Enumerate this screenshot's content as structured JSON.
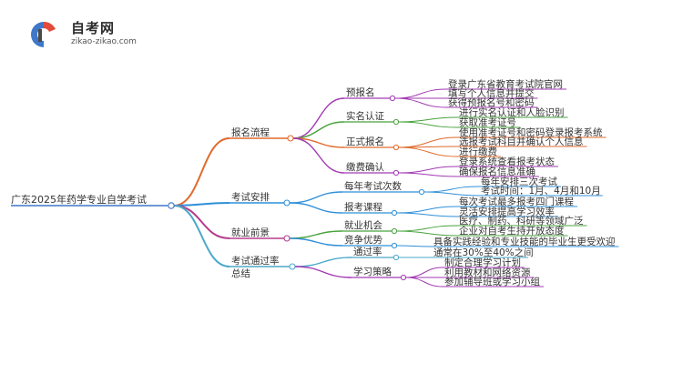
{
  "logo": {
    "title": "自考网",
    "url": "zikao-zikao.com",
    "colors": {
      "blue": "#3f77c9",
      "red": "#e24a3b",
      "dark": "#4a4a4a"
    }
  },
  "mindmap": {
    "root": "广东2025年药学专业自学考试",
    "branches": [
      {
        "label": "报名流程",
        "color": "#e06a2c",
        "children": [
          {
            "label": "预报名",
            "color": "#a23ab3",
            "children": [
              "登录广东省教育考试院官网",
              "填写个人信息并提交",
              "获得预报名号和密码"
            ]
          },
          {
            "label": "实名认证",
            "color": "#48a23c",
            "children": [
              "进行实名认证和人脸识别",
              "获取准考证号"
            ]
          },
          {
            "label": "正式报名",
            "color": "#e06a2c",
            "children": [
              "使用准考证号和密码登录报考系统",
              "选报考试科目并确认个人信息",
              "进行缴费"
            ]
          },
          {
            "label": "缴费确认",
            "color": "#a23ab3",
            "children": [
              "登录系统查看报考状态",
              "确保报名信息准确"
            ]
          }
        ]
      },
      {
        "label": "考试安排",
        "color": "#2f8fd8",
        "children": [
          {
            "label": "每年考试次数",
            "color": "#2f8fd8",
            "children": [
              "每年安排三次考试",
              "考试时间：1月、4月和10月"
            ]
          },
          {
            "label": "报考课程",
            "color": "#2f8fd8",
            "children": [
              "每次考试最多报考四门课程",
              "灵活安排提高学习效率"
            ]
          }
        ]
      },
      {
        "label": "就业前景",
        "color": "#b53e8e",
        "children": [
          {
            "label": "就业机会",
            "color": "#48a23c",
            "children": [
              "医疗、制药、科研等领域广泛",
              "企业对自考生持开放态度"
            ]
          },
          {
            "label": "竞争优势",
            "color": "#2f8fd8",
            "children": [
              "具备实践经验和专业技能的毕业生更受欢迎"
            ]
          }
        ]
      },
      {
        "label": "考试通过率总结",
        "color": "#4ba8c8",
        "children": [
          {
            "label": "通过率",
            "color": "#4ba8c8",
            "children": [
              "通常在30%至40%之间"
            ]
          },
          {
            "label": "学习策略",
            "color": "#a23ab3",
            "children": [
              "制定合理学习计划",
              "利用教材和网络资源",
              "参加辅导班或学习小组"
            ]
          }
        ]
      }
    ]
  }
}
